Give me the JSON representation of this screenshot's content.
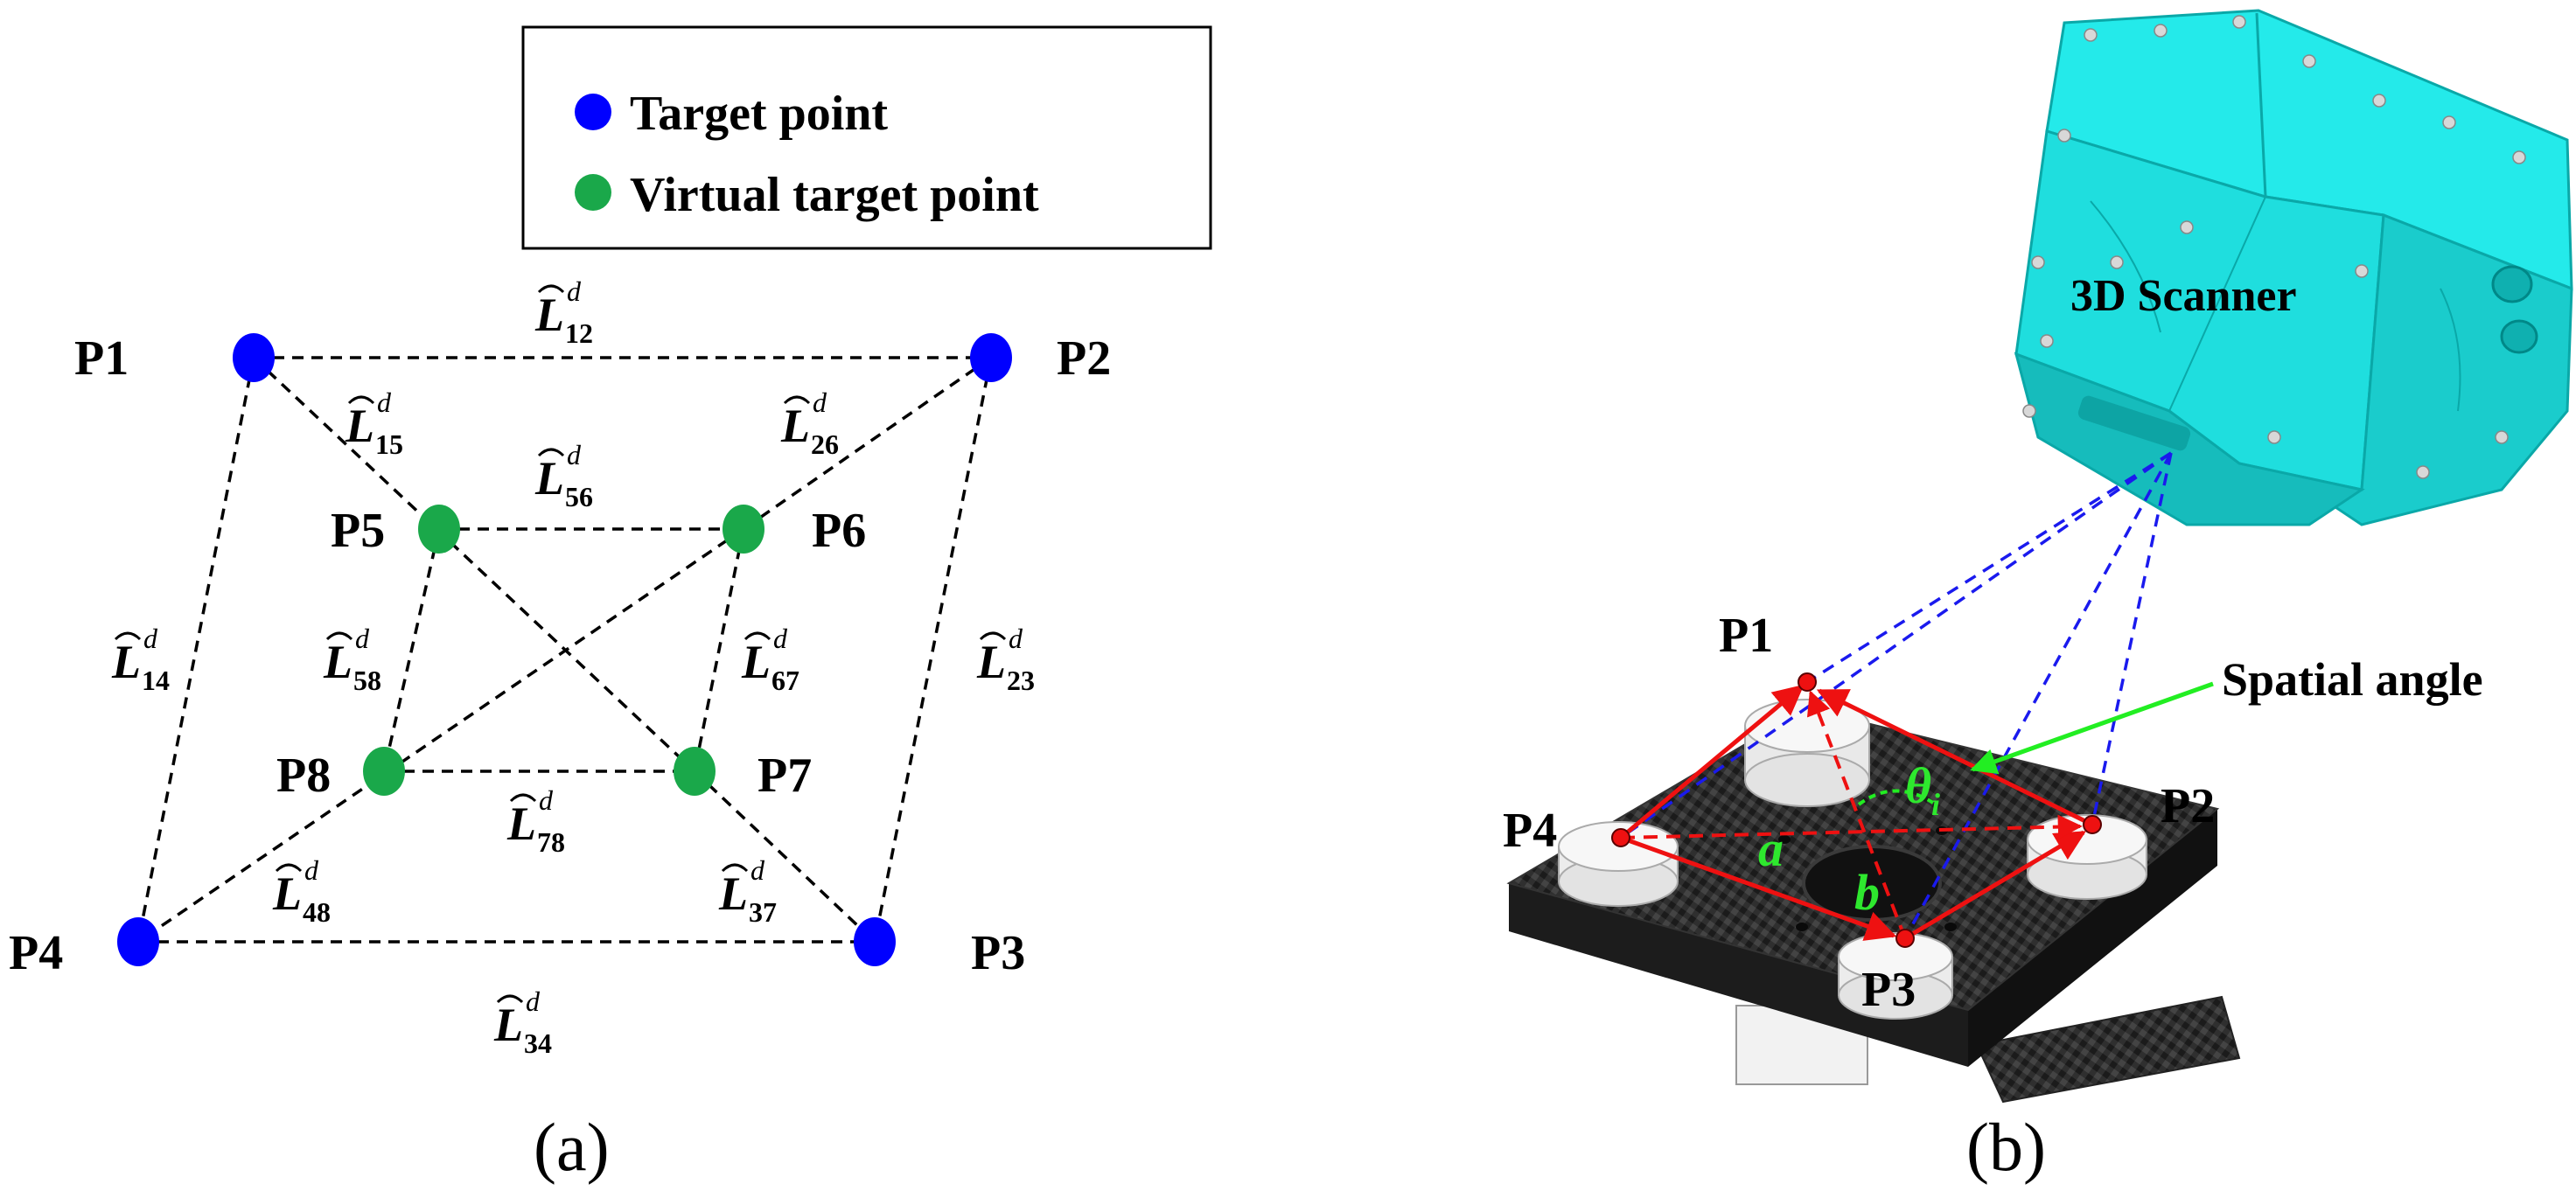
{
  "legend": {
    "target": "Target point",
    "virtual": "Virtual target point"
  },
  "colors": {
    "target": "#0000ff",
    "virtual": "#1aa84a",
    "scanner": "#20e8e8",
    "red": "#ee1111",
    "blue_dash": "#1a1aee",
    "green_text": "#2ee82e"
  },
  "panel_a": {
    "caption": "(a)",
    "points": {
      "p1": "P1",
      "p2": "P2",
      "p3": "P3",
      "p4": "P4",
      "p5": "P5",
      "p6": "P6",
      "p7": "P7",
      "p8": "P8"
    },
    "edge_symbol": "L",
    "edge_superscript": "d",
    "edges": {
      "e12": "12",
      "e15": "15",
      "e26": "26",
      "e56": "56",
      "e14": "14",
      "e58": "58",
      "e67": "67",
      "e23": "23",
      "e78": "78",
      "e48": "48",
      "e37": "37",
      "e34": "34"
    }
  },
  "panel_b": {
    "caption": "(b)",
    "scanner_label": "3D Scanner",
    "spatial_angle_label": "Spatial angle",
    "theta_symbol": "θ",
    "theta_subscript": "i",
    "vector_a": "a",
    "vector_b": "b",
    "points": {
      "p1": "P1",
      "p2": "P2",
      "p3": "P3",
      "p4": "P4"
    }
  }
}
